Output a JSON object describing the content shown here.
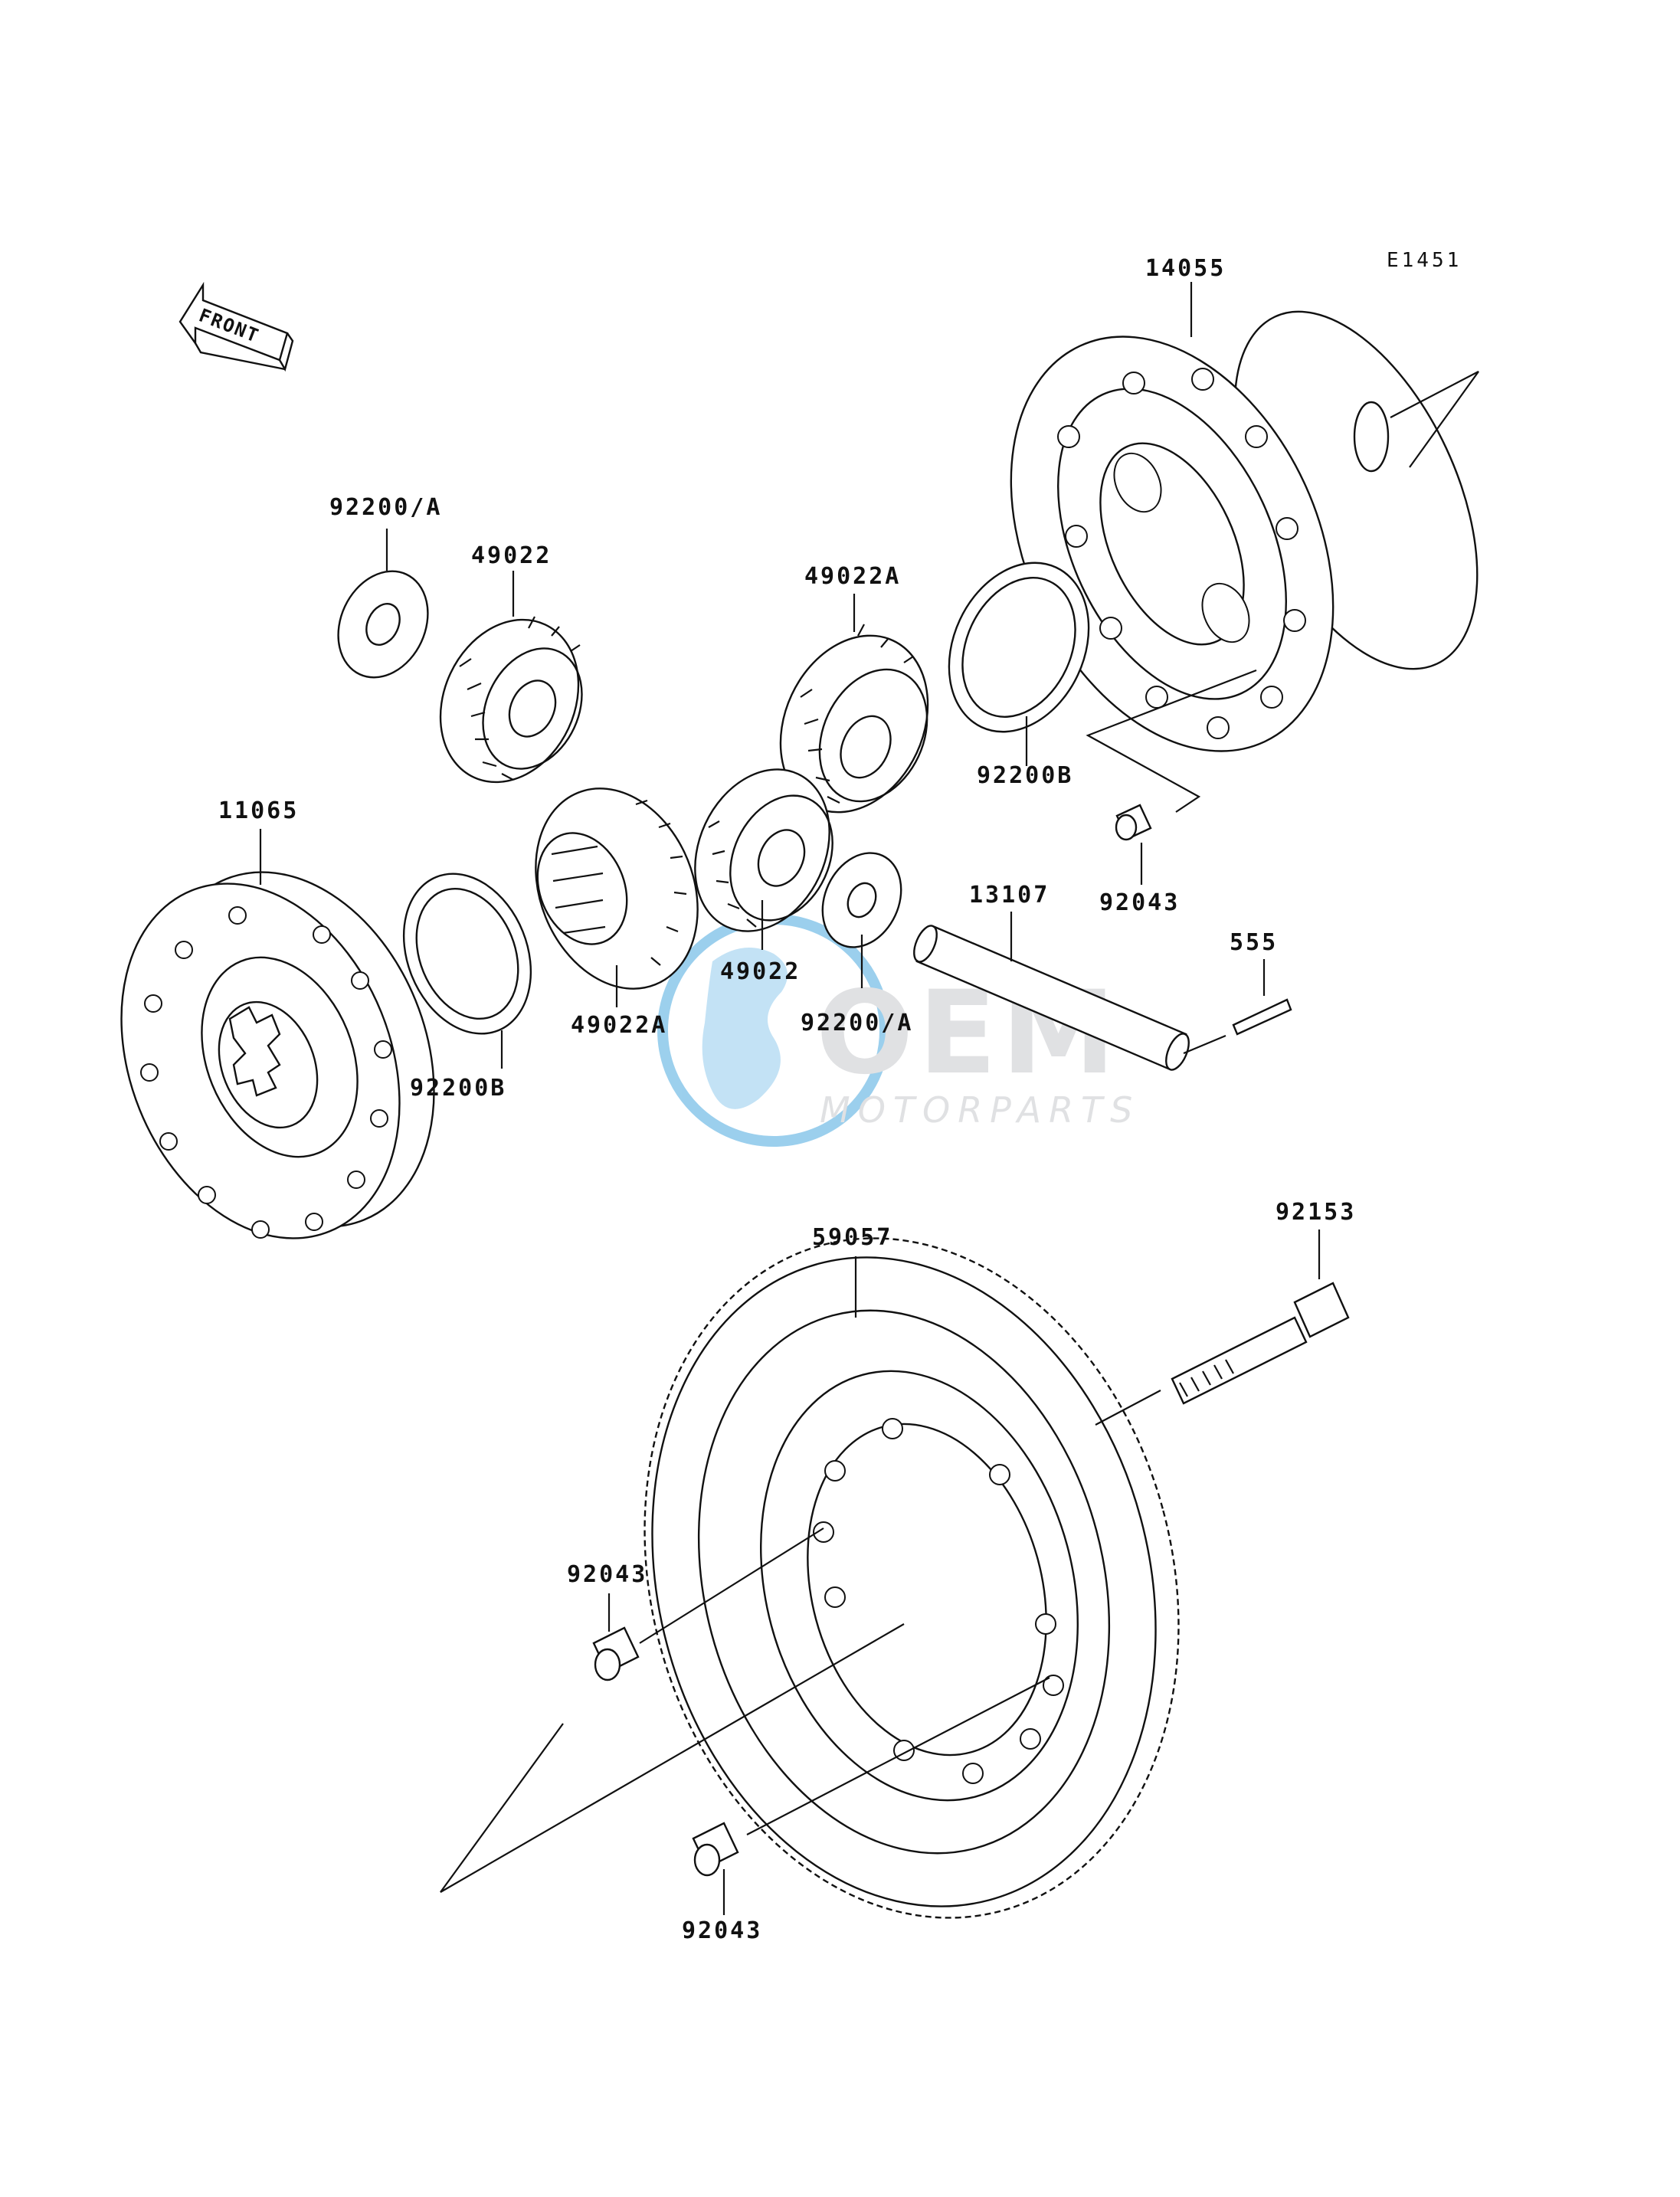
{
  "diagram_code": "E1451",
  "front_label": "FRONT",
  "watermark": {
    "brand": "OEM",
    "sub": "MOTORPARTS",
    "color": "#4aa9df"
  },
  "parts": {
    "p14055": "14055",
    "p92200a_top": "92200/A",
    "p49022_top": "49022",
    "p49022a_top": "49022A",
    "p92200b_right": "92200B",
    "p11065": "11065",
    "p92043_upper": "92043",
    "p13107": "13107",
    "p555": "555",
    "p49022a_mid": "49022A",
    "p49022_mid": "49022",
    "p92200a_mid": "92200/A",
    "p92200b_left": "92200B",
    "p59057": "59057",
    "p92153": "92153",
    "p92043_left": "92043",
    "p92043_bottom": "92043"
  }
}
